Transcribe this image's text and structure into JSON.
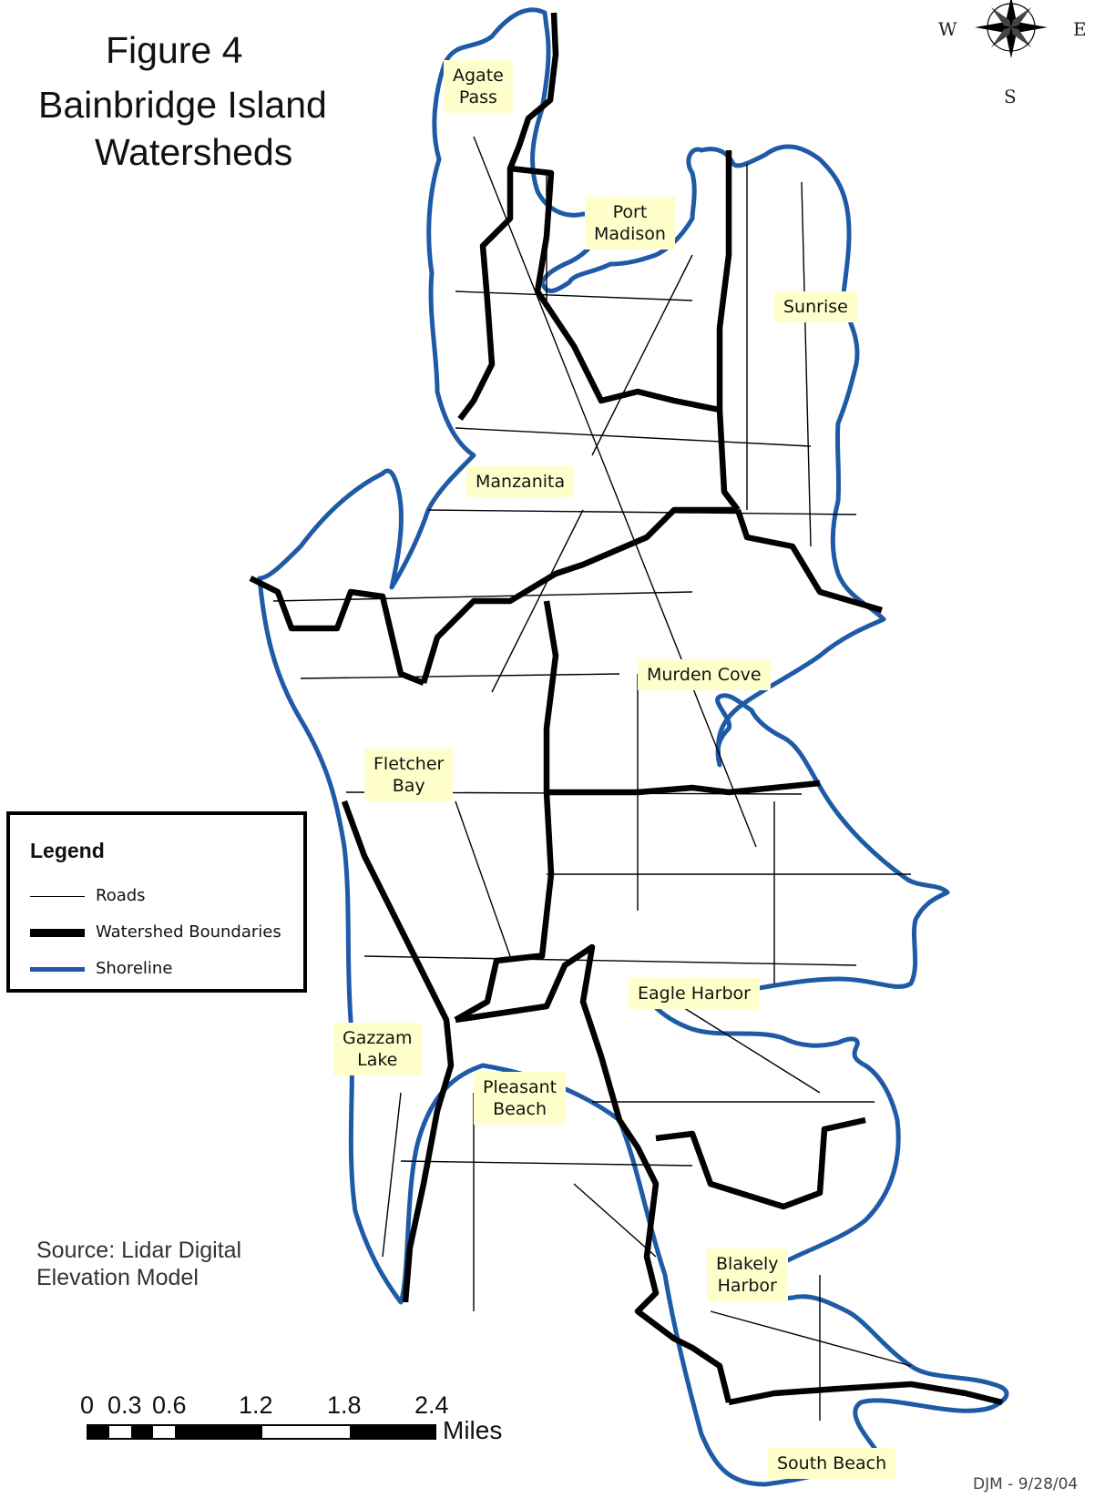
{
  "title": {
    "line1": "Figure 4",
    "line2": "Bainbridge Island",
    "line3": "Watersheds"
  },
  "watersheds": [
    {
      "id": "agate-pass",
      "label": "Agate\nPass"
    },
    {
      "id": "port-madison",
      "label": "Port\nMadison"
    },
    {
      "id": "sunrise",
      "label": "Sunrise"
    },
    {
      "id": "manzanita",
      "label": "Manzanita"
    },
    {
      "id": "murden-cove",
      "label": "Murden Cove"
    },
    {
      "id": "fletcher-bay",
      "label": "Fletcher\nBay"
    },
    {
      "id": "eagle-harbor",
      "label": "Eagle Harbor"
    },
    {
      "id": "gazzam-lake",
      "label": "Gazzam\nLake"
    },
    {
      "id": "pleasant-beach",
      "label": "Pleasant\nBeach"
    },
    {
      "id": "blakely-harbor",
      "label": "Blakely\nHarbor"
    },
    {
      "id": "south-beach",
      "label": "South Beach"
    }
  ],
  "legend": {
    "title": "Legend",
    "items": [
      {
        "label": "Roads",
        "symbol": "thin-line",
        "color": "#000000"
      },
      {
        "label": "Watershed Boundaries",
        "symbol": "thick-line",
        "color": "#000000"
      },
      {
        "label": "Shoreline",
        "symbol": "medium-line",
        "color": "#1f5aa6"
      }
    ]
  },
  "source": "Source: Lidar Digital\nElevation Model",
  "scale_bar": {
    "ticks": [
      "0",
      "0.3",
      "0.6",
      "1.2",
      "1.8",
      "2.4"
    ],
    "units": "Miles"
  },
  "compass": {
    "icon": "compass-rose-icon",
    "W": "W",
    "E": "E",
    "S": "S"
  },
  "credit": "DJM - 9/28/04",
  "colors": {
    "shoreline": "#1f5aa6",
    "label_background": "#ffffcc",
    "boundary": "#000000"
  }
}
